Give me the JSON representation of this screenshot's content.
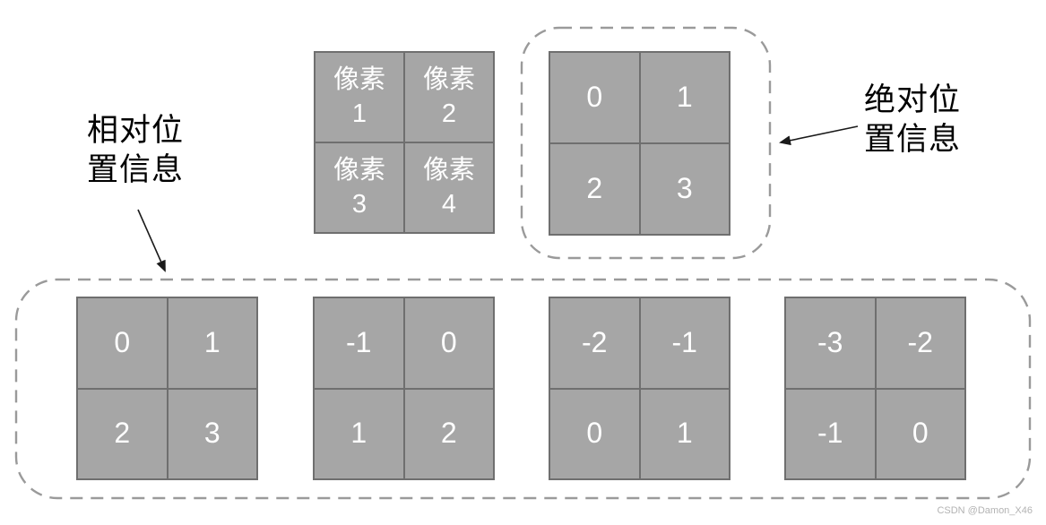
{
  "labels": {
    "relative": "相对位\n置信息",
    "absolute": "绝对位\n置信息"
  },
  "pixel_grid": {
    "cells": [
      "像素\n1",
      "像素\n2",
      "像素\n3",
      "像素\n4"
    ]
  },
  "absolute_grid": {
    "cells": [
      "0",
      "1",
      "2",
      "3"
    ]
  },
  "relative_grids": [
    {
      "cells": [
        "0",
        "1",
        "2",
        "3"
      ]
    },
    {
      "cells": [
        "-1",
        "0",
        "1",
        "2"
      ]
    },
    {
      "cells": [
        "-2",
        "-1",
        "0",
        "1"
      ]
    },
    {
      "cells": [
        "-3",
        "-2",
        "-1",
        "0"
      ]
    }
  ],
  "watermark": "CSDN @Damon_X46",
  "colors": {
    "cell_fill": "#a6a6a6",
    "cell_border": "#6f6f6f",
    "cell_text": "#ffffff",
    "dashed_border": "#9a9a9a",
    "label_text": "#000000",
    "arrow": "#1a1a1a",
    "watermark_text": "#b3b3b3",
    "background": "#ffffff"
  }
}
